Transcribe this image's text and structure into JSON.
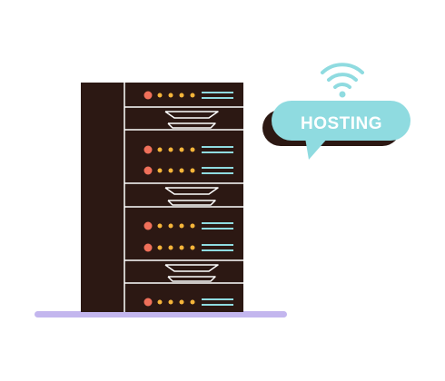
{
  "bubble": {
    "label": "HOSTING"
  },
  "colors": {
    "rack_body": "#2c1813",
    "rack_line": "#ffffff",
    "led_red": "#f0705a",
    "led_yellow": "#f5b53a",
    "vent_line": "#8fdbe0",
    "bubble_fill": "#8fdbe0",
    "bubble_shadow": "#2c1813",
    "wifi": "#8fdbe0",
    "floor": "#c3b6ee"
  },
  "icons": {
    "signal": "wifi-signal-icon",
    "status_lights": "status-led-icon",
    "speech_bubble": "speech-bubble-icon"
  },
  "rack": {
    "units": 4,
    "unit_rows": [
      1,
      2,
      2,
      1
    ]
  }
}
